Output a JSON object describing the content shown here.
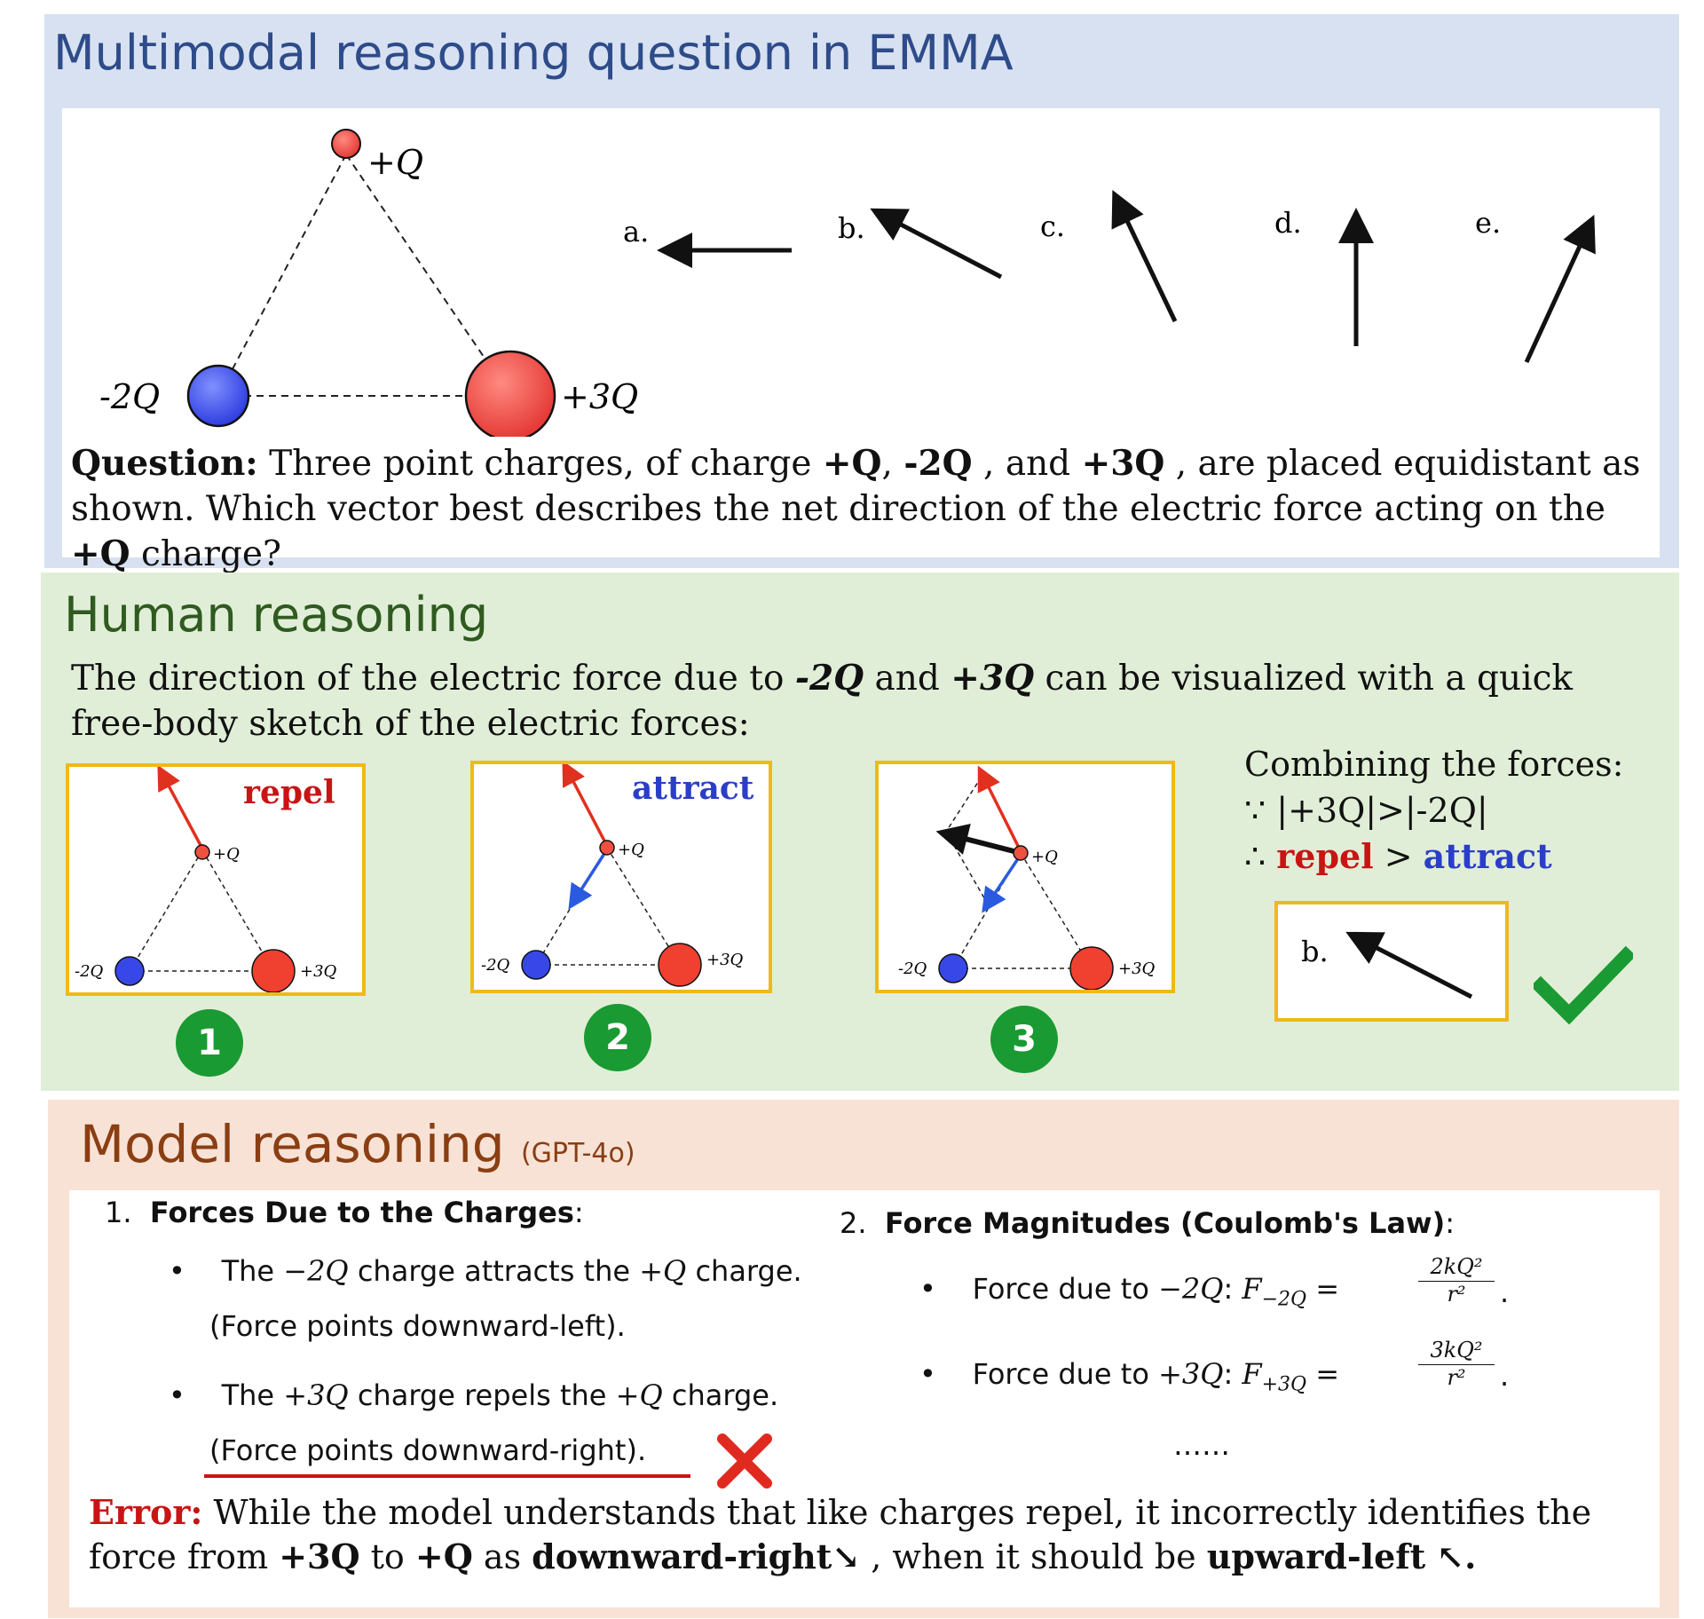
{
  "section1": {
    "title": "Multimodal  reasoning question  in EMMA",
    "charges": {
      "top": "+Q",
      "left": "-2Q",
      "right": "+3Q"
    },
    "options": [
      "a.",
      "b.",
      "c.",
      "d.",
      "e."
    ],
    "question_label": "Question:",
    "question_part1": "Three point charges, of charge ",
    "q_charge1": "+Q",
    "q_sep1": ", ",
    "q_charge2": "-2Q",
    "q_sep2": " , and ",
    "q_charge3": "+3Q",
    "question_part2": " , are placed equidistant as shown. Which vector best describes the net direction of the electric force acting on the ",
    "q_charge4": "+Q",
    "question_part3": "  charge?"
  },
  "section2": {
    "title": "Human reasoning",
    "text_part1": "The direction of the electric force due to ",
    "t_charge1": "-2Q",
    "text_and": " and ",
    "t_charge2": "+3Q",
    "text_part2": " can be visualized with a quick free-body sketch of the electric forces:",
    "sketch_labels": {
      "top": "+Q",
      "left": "-2Q",
      "right": "+3Q"
    },
    "step1_label": "repel",
    "step2_label": "attract",
    "steps": [
      "1",
      "2",
      "3"
    ],
    "combining_title": "Combining the forces:",
    "because_symbol": "∵",
    "because_text": " |+3Q|>|-2Q|",
    "therefore_symbol": "∴",
    "therefore_repel": "repel",
    "therefore_gt": "  > ",
    "therefore_attract": "attract",
    "answer_label": "b.",
    "colors": {
      "repel": "#c81414",
      "attract": "#2a3ec8",
      "check": "#1a9a32",
      "box_border": "#f0b81a"
    }
  },
  "section3": {
    "title": "Model reasoning",
    "model_name": "(GPT-4o)",
    "item1_number": "1.",
    "item1_title": "Forces Due to the Charges",
    "item1_colon": ":",
    "b1_line1_pre": "The ",
    "b1_line1_math": "−2Q",
    "b1_line1_mid": " charge attracts the ",
    "b1_line1_math2": "+Q",
    "b1_line1_post": " charge.",
    "b1_line2": "(Force points downward-left).",
    "b2_line1_pre": "The ",
    "b2_line1_math": "+3Q",
    "b2_line1_mid": " charge repels the ",
    "b2_line1_math2": "+Q",
    "b2_line1_post": " charge.",
    "b2_line2": "(Force points downward-right).",
    "item2_number": "2.",
    "item2_title": "Force Magnitudes (Coulomb's Law)",
    "item2_colon": ":",
    "f1_pre": "Force due to ",
    "f1_math": "−2Q",
    "f1_colon": ": ",
    "f1_F": "F",
    "f1_sub": "−2Q",
    "f1_num": "2kQ²",
    "f1_den": "r²",
    "f2_pre": "Force due to ",
    "f2_math": "+3Q",
    "f2_colon": ": ",
    "f2_F": "F",
    "f2_sub": "+3Q",
    "f2_num": "3kQ²",
    "f2_den": "r²",
    "ellipsis": "……",
    "error_label": "Error:",
    "error_part1": " While the model understands that like charges repel, it incorrectly identifies the force from ",
    "e_charge1": "+3Q",
    "error_to": " to ",
    "e_charge2": "+Q",
    "error_as": " as ",
    "error_wrong": "downward-right",
    "error_wrong_arrow": "↘",
    "error_mid": " , when it should be ",
    "error_right": "upward-left",
    "error_right_arrow": "↖",
    "error_end": ".",
    "colors": {
      "error": "#c81414",
      "underline": "#c81414"
    }
  }
}
